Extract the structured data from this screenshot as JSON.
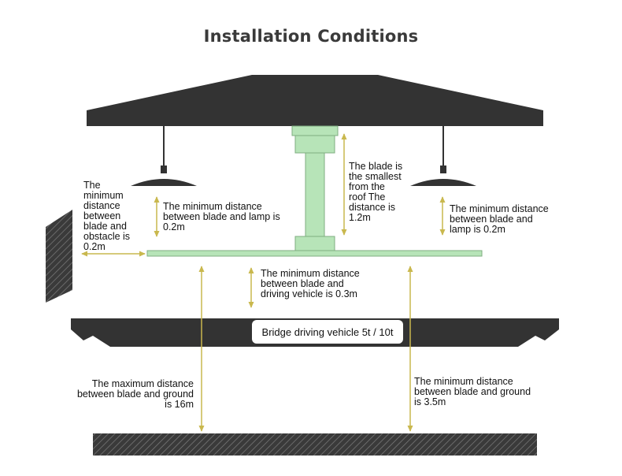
{
  "title": "Installation Conditions",
  "labels": {
    "obstacle": "The\nminimum\ndistance\nbetween\nblade and\nobstacle is\n0.2m",
    "lamp_left": "The minimum distance\nbetween blade and lamp is\n0.2m",
    "roof": "The blade is\nthe smallest\nfrom the\nroof The\ndistance is\n1.2m",
    "lamp_right": "The minimum distance\nbetween blade and\nlamp is 0.2m",
    "vehicle": "The minimum distance\nbetween blade and\ndriving vehicle  is 0.3m",
    "ground_max": "The maximum distance\nbetween blade and ground\nis 16m",
    "ground_min": "The minimum distance\nbetween blade and ground\nis 3.5m"
  },
  "bridge_vehicle": "Bridge driving vehicle 5t / 10t",
  "colors": {
    "structure": "#333333",
    "fan": "#b7e4b8",
    "fan_outline": "#7fae80",
    "arrow": "#d6c768",
    "hatch": "#555555"
  }
}
